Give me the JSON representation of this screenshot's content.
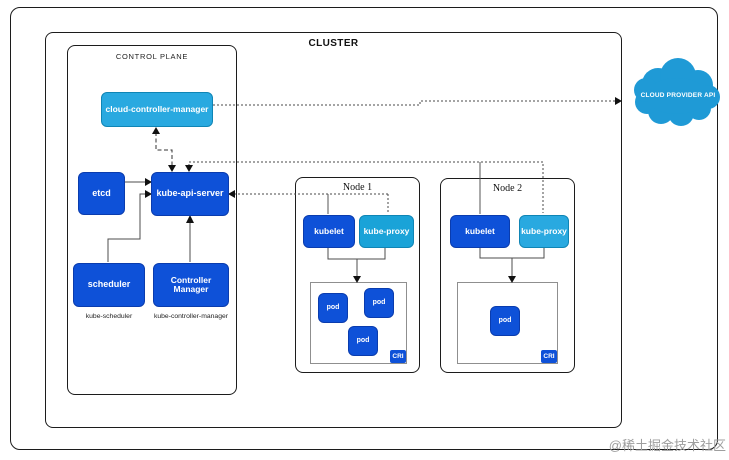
{
  "diagram": {
    "cluster_label": "CLUSTER",
    "control_plane": {
      "label": "CONTROL PLANE",
      "cloud_controller_manager": "cloud-controller-manager",
      "etcd": "etcd",
      "api_server": "kube-api-server",
      "scheduler": "scheduler",
      "scheduler_caption": "kube-scheduler",
      "controller_manager": "Controller Manager",
      "controller_manager_caption": "kube-controller-manager"
    },
    "nodes": [
      {
        "title": "Node 1",
        "kubelet": "kubelet",
        "kube_proxy": "kube-proxy",
        "runtime_label": "CRI",
        "pods": [
          "pod",
          "pod",
          "pod"
        ]
      },
      {
        "title": "Node 2",
        "kubelet": "kubelet",
        "kube_proxy": "kube-proxy",
        "runtime_label": "CRI",
        "pods": [
          "pod"
        ]
      }
    ],
    "cloud_provider": {
      "label": "CLOUD PROVIDER API"
    },
    "watermark": "@稀土掘金技术社区",
    "colors": {
      "primary_blue": "#0e51d8",
      "light_blue": "#29a9e0",
      "proxy_cyan": "#1aa3d8",
      "cloud_blue": "#1f9ad6",
      "border_dark": "#1c1c1c",
      "watermark_gray": "#9e9e9e"
    }
  }
}
